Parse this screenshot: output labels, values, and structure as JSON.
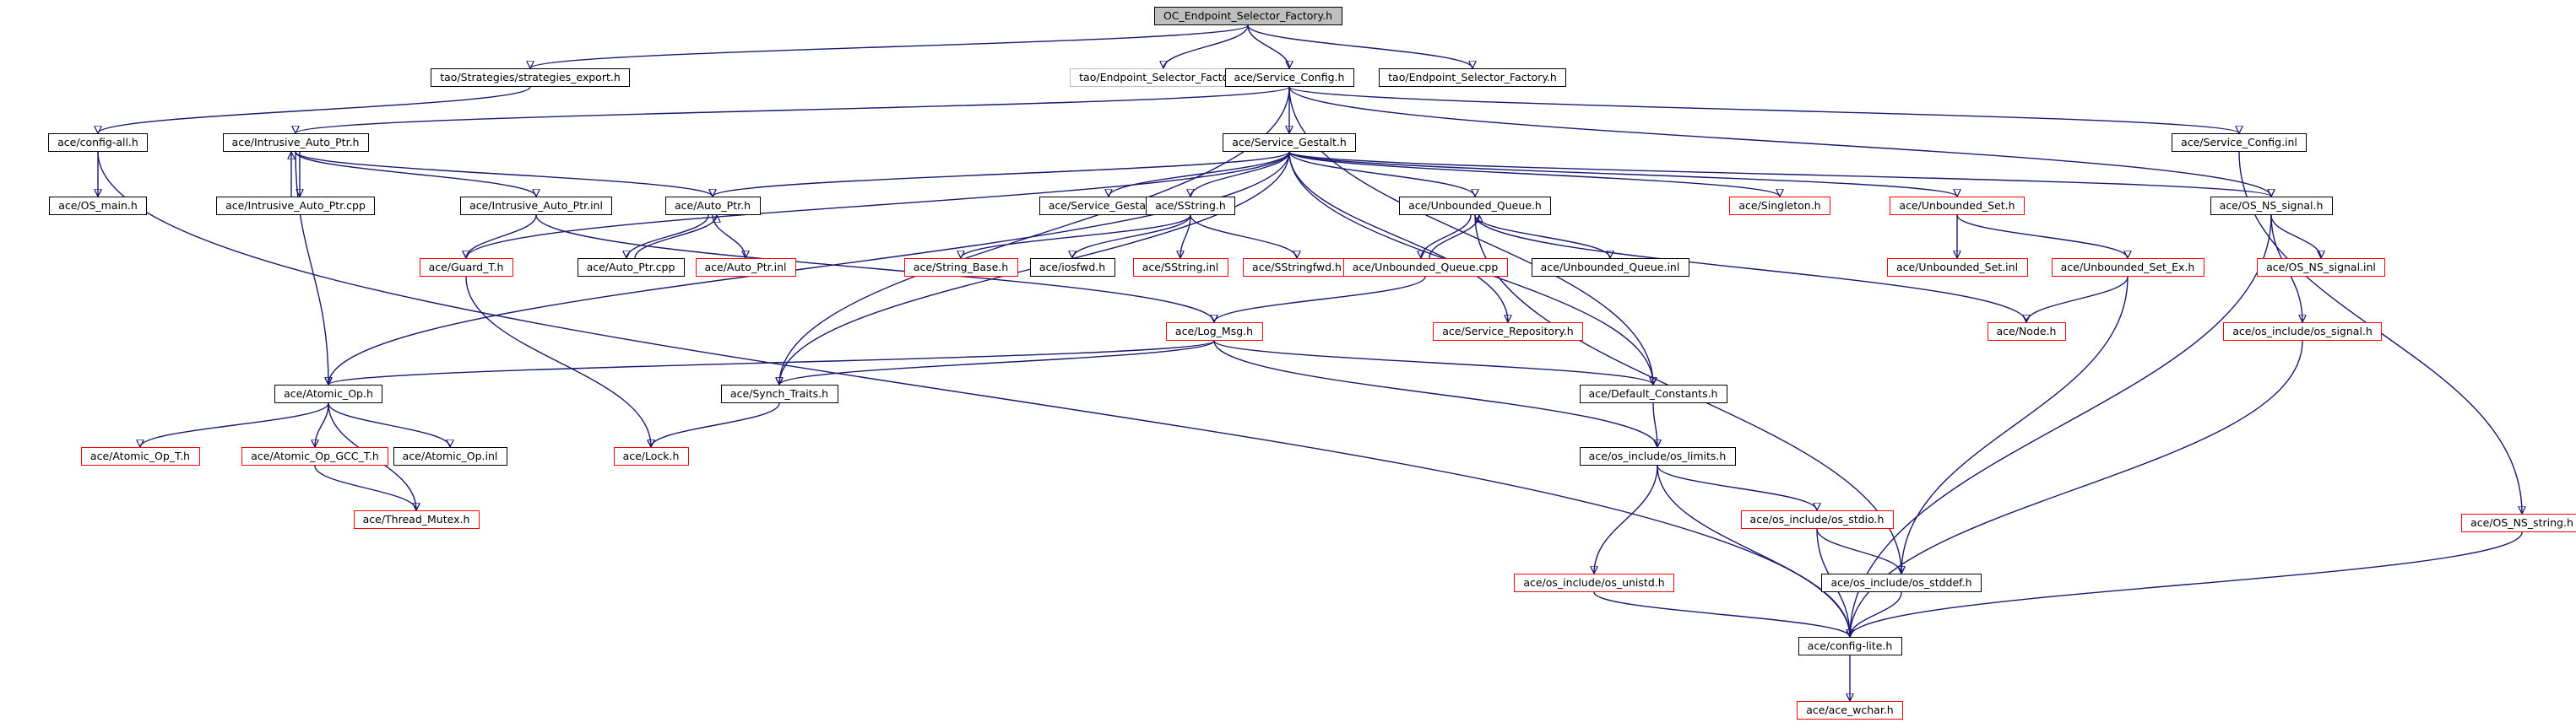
{
  "graph": {
    "root": "OC_Endpoint_Selector_Factory.h",
    "colors": {
      "edge": "#191970",
      "node_border": "#000000",
      "node_border_incomplete": "#ff0000",
      "node_border_external": "#bfbfbf",
      "root_fill": "#bfbfbf",
      "background": "#ffffff"
    },
    "nodes": [
      {
        "id": "root",
        "label": "OC_Endpoint_Selector_Factory.h",
        "style": "root"
      },
      {
        "id": "strategies_export",
        "label": "tao/Strategies/strategies_export.h",
        "style": "normal"
      },
      {
        "id": "tao_endpoint",
        "label": "tao/Endpoint_Selector_Factory.h",
        "style": "grey"
      },
      {
        "id": "service_config",
        "label": "ace/Service_Config.h",
        "style": "normal"
      },
      {
        "id": "endpoint_sel",
        "label": "tao/Endpoint_Selector_Factory.h",
        "style": "normal"
      },
      {
        "id": "config_all",
        "label": "ace/config-all.h",
        "style": "normal"
      },
      {
        "id": "intrusive_ptr",
        "label": "ace/Intrusive_Auto_Ptr.h",
        "style": "normal"
      },
      {
        "id": "service_gestalt",
        "label": "ace/Service_Gestalt.h",
        "style": "normal"
      },
      {
        "id": "service_config_inl",
        "label": "ace/Service_Config.inl",
        "style": "normal"
      },
      {
        "id": "os_main",
        "label": "ace/OS_main.h",
        "style": "normal"
      },
      {
        "id": "intrusive_cpp",
        "label": "ace/Intrusive_Auto_Ptr.cpp",
        "style": "normal"
      },
      {
        "id": "intrusive_inl",
        "label": "ace/Intrusive_Auto_Ptr.inl",
        "style": "normal"
      },
      {
        "id": "auto_ptr",
        "label": "ace/Auto_Ptr.h",
        "style": "normal"
      },
      {
        "id": "gestalt_inl",
        "label": "ace/Service_Gestalt.inl",
        "style": "normal"
      },
      {
        "id": "sstring",
        "label": "ace/SString.h",
        "style": "normal"
      },
      {
        "id": "unbounded_queue",
        "label": "ace/Unbounded_Queue.h",
        "style": "normal"
      },
      {
        "id": "singleton",
        "label": "ace/Singleton.h",
        "style": "red"
      },
      {
        "id": "unbounded_set",
        "label": "ace/Unbounded_Set.h",
        "style": "red"
      },
      {
        "id": "os_ns_signal",
        "label": "ace/OS_NS_signal.h",
        "style": "normal"
      },
      {
        "id": "guard_t",
        "label": "ace/Guard_T.h",
        "style": "red"
      },
      {
        "id": "auto_ptr_cpp",
        "label": "ace/Auto_Ptr.cpp",
        "style": "normal"
      },
      {
        "id": "auto_ptr_inl",
        "label": "ace/Auto_Ptr.inl",
        "style": "red"
      },
      {
        "id": "string_base",
        "label": "ace/String_Base.h",
        "style": "red"
      },
      {
        "id": "iosfwd",
        "label": "ace/iosfwd.h",
        "style": "normal"
      },
      {
        "id": "sstring_inl",
        "label": "ace/SString.inl",
        "style": "red"
      },
      {
        "id": "sstringfwd",
        "label": "ace/SStringfwd.h",
        "style": "red"
      },
      {
        "id": "unbounded_queue_cpp",
        "label": "ace/Unbounded_Queue.cpp",
        "style": "red"
      },
      {
        "id": "unbounded_queue_inl",
        "label": "ace/Unbounded_Queue.inl",
        "style": "normal"
      },
      {
        "id": "unbounded_set_inl",
        "label": "ace/Unbounded_Set.inl",
        "style": "red"
      },
      {
        "id": "unbounded_set_ex",
        "label": "ace/Unbounded_Set_Ex.h",
        "style": "red"
      },
      {
        "id": "os_ns_signal_inl",
        "label": "ace/OS_NS_signal.inl",
        "style": "red"
      },
      {
        "id": "log_msg",
        "label": "ace/Log_Msg.h",
        "style": "red"
      },
      {
        "id": "service_repository",
        "label": "ace/Service_Repository.h",
        "style": "red"
      },
      {
        "id": "node_h",
        "label": "ace/Node.h",
        "style": "red"
      },
      {
        "id": "os_signal",
        "label": "ace/os_include/os_signal.h",
        "style": "red"
      },
      {
        "id": "atomic_op",
        "label": "ace/Atomic_Op.h",
        "style": "normal"
      },
      {
        "id": "synch_traits",
        "label": "ace/Synch_Traits.h",
        "style": "normal"
      },
      {
        "id": "default_constants",
        "label": "ace/Default_Constants.h",
        "style": "normal"
      },
      {
        "id": "atomic_op_t",
        "label": "ace/Atomic_Op_T.h",
        "style": "red"
      },
      {
        "id": "atomic_gcc",
        "label": "ace/Atomic_Op_GCC_T.h",
        "style": "red"
      },
      {
        "id": "atomic_op_inl",
        "label": "ace/Atomic_Op.inl",
        "style": "normal"
      },
      {
        "id": "lock_h",
        "label": "ace/Lock.h",
        "style": "red"
      },
      {
        "id": "os_limits",
        "label": "ace/os_include/os_limits.h",
        "style": "normal"
      },
      {
        "id": "thread_mutex",
        "label": "ace/Thread_Mutex.h",
        "style": "red"
      },
      {
        "id": "os_stdio",
        "label": "ace/os_include/os_stdio.h",
        "style": "red"
      },
      {
        "id": "os_ns_string",
        "label": "ace/OS_NS_string.h",
        "style": "red"
      },
      {
        "id": "os_unistd",
        "label": "ace/os_include/os_unistd.h",
        "style": "red"
      },
      {
        "id": "os_stddef",
        "label": "ace/os_include/os_stddef.h",
        "style": "normal"
      },
      {
        "id": "config_lite",
        "label": "ace/config-lite.h",
        "style": "normal"
      },
      {
        "id": "ace_wchar",
        "label": "ace/ace_wchar.h",
        "style": "red"
      }
    ],
    "edges": [
      [
        "root",
        "strategies_export"
      ],
      [
        "root",
        "tao_endpoint"
      ],
      [
        "root",
        "service_config"
      ],
      [
        "root",
        "endpoint_sel"
      ],
      [
        "strategies_export",
        "config_all"
      ],
      [
        "service_config",
        "intrusive_ptr"
      ],
      [
        "service_config",
        "service_gestalt"
      ],
      [
        "service_config",
        "service_config_inl"
      ],
      [
        "service_config",
        "os_ns_signal"
      ],
      [
        "service_config",
        "synch_traits"
      ],
      [
        "service_config",
        "default_constants"
      ],
      [
        "config_all",
        "os_main"
      ],
      [
        "config_all",
        "config_lite"
      ],
      [
        "intrusive_ptr",
        "intrusive_cpp"
      ],
      [
        "intrusive_cpp",
        "intrusive_ptr"
      ],
      [
        "intrusive_ptr",
        "intrusive_inl"
      ],
      [
        "intrusive_ptr",
        "auto_ptr"
      ],
      [
        "intrusive_ptr",
        "atomic_op"
      ],
      [
        "service_gestalt",
        "auto_ptr"
      ],
      [
        "service_gestalt",
        "gestalt_inl"
      ],
      [
        "service_gestalt",
        "sstring"
      ],
      [
        "service_gestalt",
        "unbounded_queue"
      ],
      [
        "service_gestalt",
        "singleton"
      ],
      [
        "service_gestalt",
        "unbounded_set"
      ],
      [
        "service_gestalt",
        "os_ns_signal"
      ],
      [
        "service_gestalt",
        "guard_t"
      ],
      [
        "service_gestalt",
        "atomic_op"
      ],
      [
        "service_gestalt",
        "service_repository"
      ],
      [
        "service_gestalt",
        "default_constants"
      ],
      [
        "service_gestalt",
        "synch_traits"
      ],
      [
        "service_config_inl",
        "os_ns_string"
      ],
      [
        "intrusive_inl",
        "guard_t"
      ],
      [
        "intrusive_inl",
        "log_msg"
      ],
      [
        "auto_ptr",
        "auto_ptr_cpp"
      ],
      [
        "auto_ptr_cpp",
        "auto_ptr"
      ],
      [
        "auto_ptr",
        "auto_ptr_inl"
      ],
      [
        "sstring",
        "string_base"
      ],
      [
        "sstring",
        "iosfwd"
      ],
      [
        "sstring",
        "sstring_inl"
      ],
      [
        "sstring",
        "sstringfwd"
      ],
      [
        "unbounded_queue",
        "unbounded_queue_cpp"
      ],
      [
        "unbounded_queue_cpp",
        "unbounded_queue"
      ],
      [
        "unbounded_queue",
        "unbounded_queue_inl"
      ],
      [
        "unbounded_queue",
        "node_h"
      ],
      [
        "unbounded_queue",
        "os_stddef"
      ],
      [
        "unbounded_set",
        "unbounded_set_inl"
      ],
      [
        "unbounded_set",
        "unbounded_set_ex"
      ],
      [
        "unbounded_set_ex",
        "node_h"
      ],
      [
        "unbounded_set_ex",
        "os_stddef"
      ],
      [
        "os_ns_signal",
        "os_ns_signal_inl"
      ],
      [
        "os_ns_signal",
        "os_signal"
      ],
      [
        "os_ns_signal",
        "config_lite"
      ],
      [
        "os_signal",
        "config_lite"
      ],
      [
        "guard_t",
        "lock_h"
      ],
      [
        "unbounded_queue_cpp",
        "log_msg"
      ],
      [
        "log_msg",
        "atomic_op"
      ],
      [
        "log_msg",
        "synch_traits"
      ],
      [
        "log_msg",
        "default_constants"
      ],
      [
        "log_msg",
        "os_limits"
      ],
      [
        "atomic_op",
        "atomic_op_t"
      ],
      [
        "atomic_op",
        "atomic_gcc"
      ],
      [
        "atomic_op",
        "atomic_op_inl"
      ],
      [
        "atomic_op",
        "thread_mutex"
      ],
      [
        "atomic_gcc",
        "thread_mutex"
      ],
      [
        "synch_traits",
        "lock_h"
      ],
      [
        "default_constants",
        "os_limits"
      ],
      [
        "os_limits",
        "os_unistd"
      ],
      [
        "os_limits",
        "os_stdio"
      ],
      [
        "os_limits",
        "config_lite"
      ],
      [
        "os_stdio",
        "os_stddef"
      ],
      [
        "os_stdio",
        "config_lite"
      ],
      [
        "os_unistd",
        "config_lite"
      ],
      [
        "os_stddef",
        "config_lite"
      ],
      [
        "os_ns_string",
        "config_lite"
      ],
      [
        "config_lite",
        "ace_wchar"
      ]
    ]
  }
}
